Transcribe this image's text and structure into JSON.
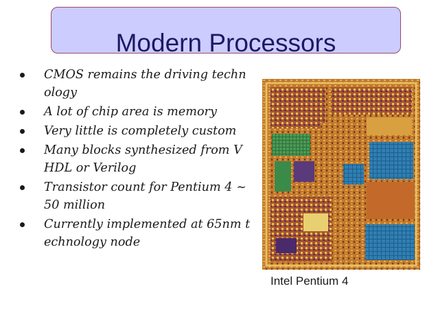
{
  "slide": {
    "title": "Modern Processors",
    "bullets": [
      {
        "lines": [
          "CMOS remains the driving techn",
          "ology"
        ]
      },
      {
        "lines": [
          "A lot of chip area is memory"
        ]
      },
      {
        "lines": [
          "Very little is completely custom"
        ]
      },
      {
        "lines": [
          "Many blocks synthesized from V",
          "HDL or Verilog"
        ]
      },
      {
        "lines": [
          "Transistor count for Pentium 4 ~",
          "50 million"
        ]
      },
      {
        "lines": [
          "Currently implemented at 65nm t",
          "echnology node"
        ]
      }
    ],
    "image_caption": "Intel Pentium 4"
  }
}
